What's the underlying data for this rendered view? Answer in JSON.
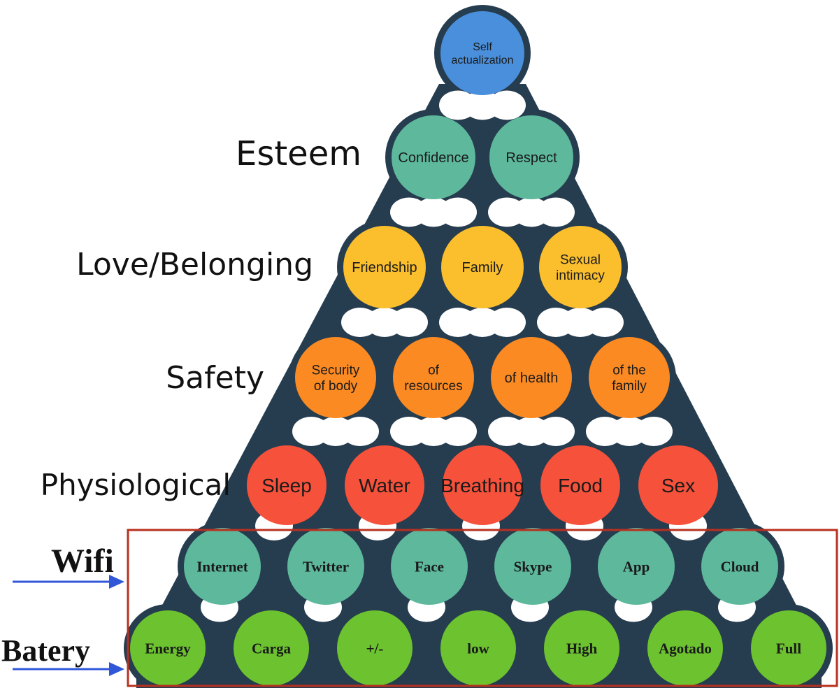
{
  "levels": [
    {
      "label": "",
      "color": "#4a8fdb",
      "nodes": [
        [
          "Self",
          "actualization"
        ]
      ]
    },
    {
      "label": "Esteem",
      "color": "#5db89c",
      "nodes": [
        [
          "Confidence"
        ],
        [
          "Respect"
        ]
      ]
    },
    {
      "label": "Love/Belonging",
      "color": "#fbbf2e",
      "nodes": [
        [
          "Friendship"
        ],
        [
          "Family"
        ],
        [
          "Sexual",
          "intimacy"
        ]
      ]
    },
    {
      "label": "Safety",
      "color": "#fb8a23",
      "nodes": [
        [
          "Security",
          "of body"
        ],
        [
          "of",
          "resources"
        ],
        [
          "of health"
        ],
        [
          "of the",
          "family"
        ]
      ]
    },
    {
      "label": "Physiological",
      "color": "#f5513b",
      "nodes": [
        [
          "Sleep"
        ],
        [
          "Water"
        ],
        [
          "Breathing"
        ],
        [
          "Food"
        ],
        [
          "Sex"
        ]
      ]
    },
    {
      "label": "",
      "color": "#5db89c",
      "nodes": [
        [
          "Internet"
        ],
        [
          "Twitter"
        ],
        [
          "Face"
        ],
        [
          "Skype"
        ],
        [
          "App"
        ],
        [
          "Cloud"
        ]
      ]
    },
    {
      "label": "",
      "color": "#6cc22f",
      "nodes": [
        [
          "Energy"
        ],
        [
          "Carga"
        ],
        [
          "+/-"
        ],
        [
          "low"
        ],
        [
          "High"
        ],
        [
          "Agotado"
        ],
        [
          "Full"
        ]
      ]
    }
  ],
  "side_labels": {
    "wifi": "Wifi",
    "battery": "Batery"
  },
  "colors": {
    "network": "#263c4f",
    "highlight_box": "#b8301f",
    "arrow": "#2f57d8",
    "label_text": "#111111",
    "node_text": "#1a1a1a"
  }
}
